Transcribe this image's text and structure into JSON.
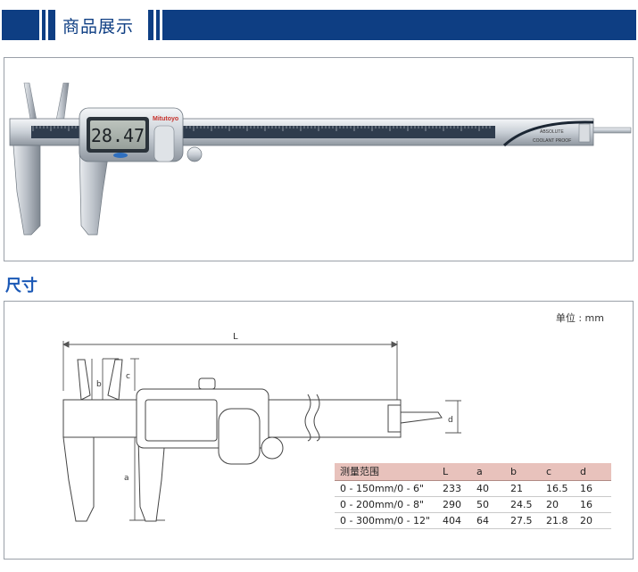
{
  "header": {
    "title": "商品展示"
  },
  "photo": {
    "lcd_reading": "28.47",
    "brand": "Mitutoyo",
    "line1": "ABSOLUTE",
    "line2": "COOLANT PROOF"
  },
  "section": {
    "title": "尺寸"
  },
  "diagram": {
    "unit": "单位 : mm",
    "labels": {
      "L": "L",
      "a": "a",
      "b": "b",
      "c": "c",
      "d": "d"
    }
  },
  "spec_table": {
    "headers": [
      "测量范围",
      "L",
      "a",
      "b",
      "c",
      "d"
    ],
    "rows": [
      [
        "0 - 150mm/0 - 6\"",
        "233",
        "40",
        "21",
        "16.5",
        "16"
      ],
      [
        "0 - 200mm/0 - 8\"",
        "290",
        "50",
        "24.5",
        "20",
        "16"
      ],
      [
        "0 - 300mm/0 - 12\"",
        "404",
        "64",
        "27.5",
        "21.8",
        "20"
      ]
    ]
  }
}
